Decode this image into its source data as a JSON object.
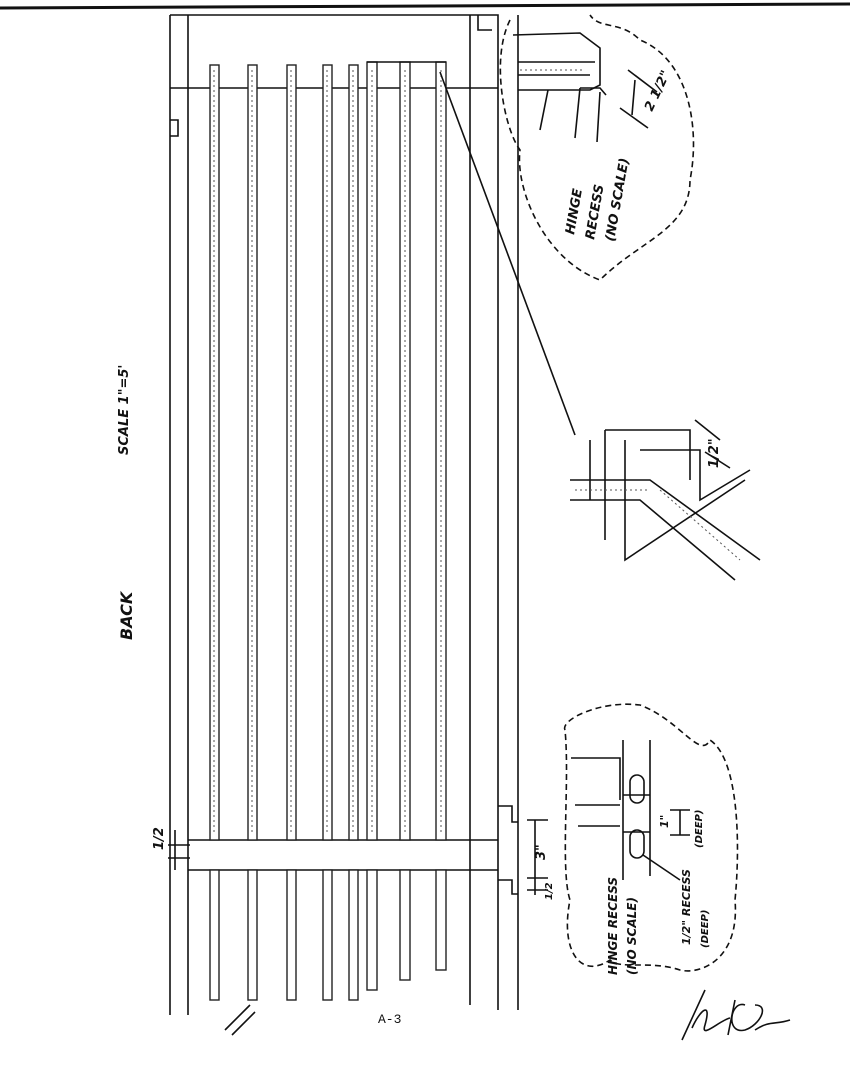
{
  "sheet": {
    "view_label": "BACK",
    "scale_label": "SCALE 1\"=5'",
    "page_number": "A-3",
    "signature": "Heb. Olin"
  },
  "detail_top": {
    "title_line1": "HINGE",
    "title_line2": "RECESS",
    "title_line3": "(NO SCALE)",
    "dimension": "2 1/2\""
  },
  "detail_corner": {
    "dimension": "1/2\""
  },
  "detail_bottom": {
    "title_line1": "HINGE RECESS",
    "title_line2": "(NO SCALE)",
    "depth_label": "1\"",
    "depth_note": "(DEEP)",
    "recess_label": "1/2\" RECESS",
    "recess_note": "(DEEP)"
  },
  "main_dimensions": {
    "band_width": "1/2",
    "hinge_spacing": "3\"",
    "hinge_width": "1/2"
  }
}
